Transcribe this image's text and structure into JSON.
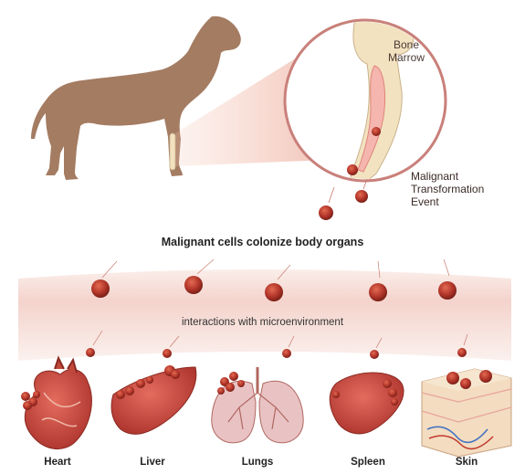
{
  "labels": {
    "bone_marrow_line1": "Bone",
    "bone_marrow_line2": "Marrow",
    "event_line1": "Malignant",
    "event_line2": "Transformation",
    "event_line3": "Event",
    "colonize": "Malignant cells colonize body organs",
    "interactions": "interactions with microenvironment"
  },
  "organs": [
    {
      "name": "Heart"
    },
    {
      "name": "Liver"
    },
    {
      "name": "Lungs"
    },
    {
      "name": "Spleen"
    },
    {
      "name": "Skin"
    }
  ],
  "colors": {
    "dog": "#a47c62",
    "bone": "#f2e2c0",
    "cell": "#b83a2c",
    "tissue_band": "#f5d7d2",
    "circle_border": "#c9807a"
  }
}
